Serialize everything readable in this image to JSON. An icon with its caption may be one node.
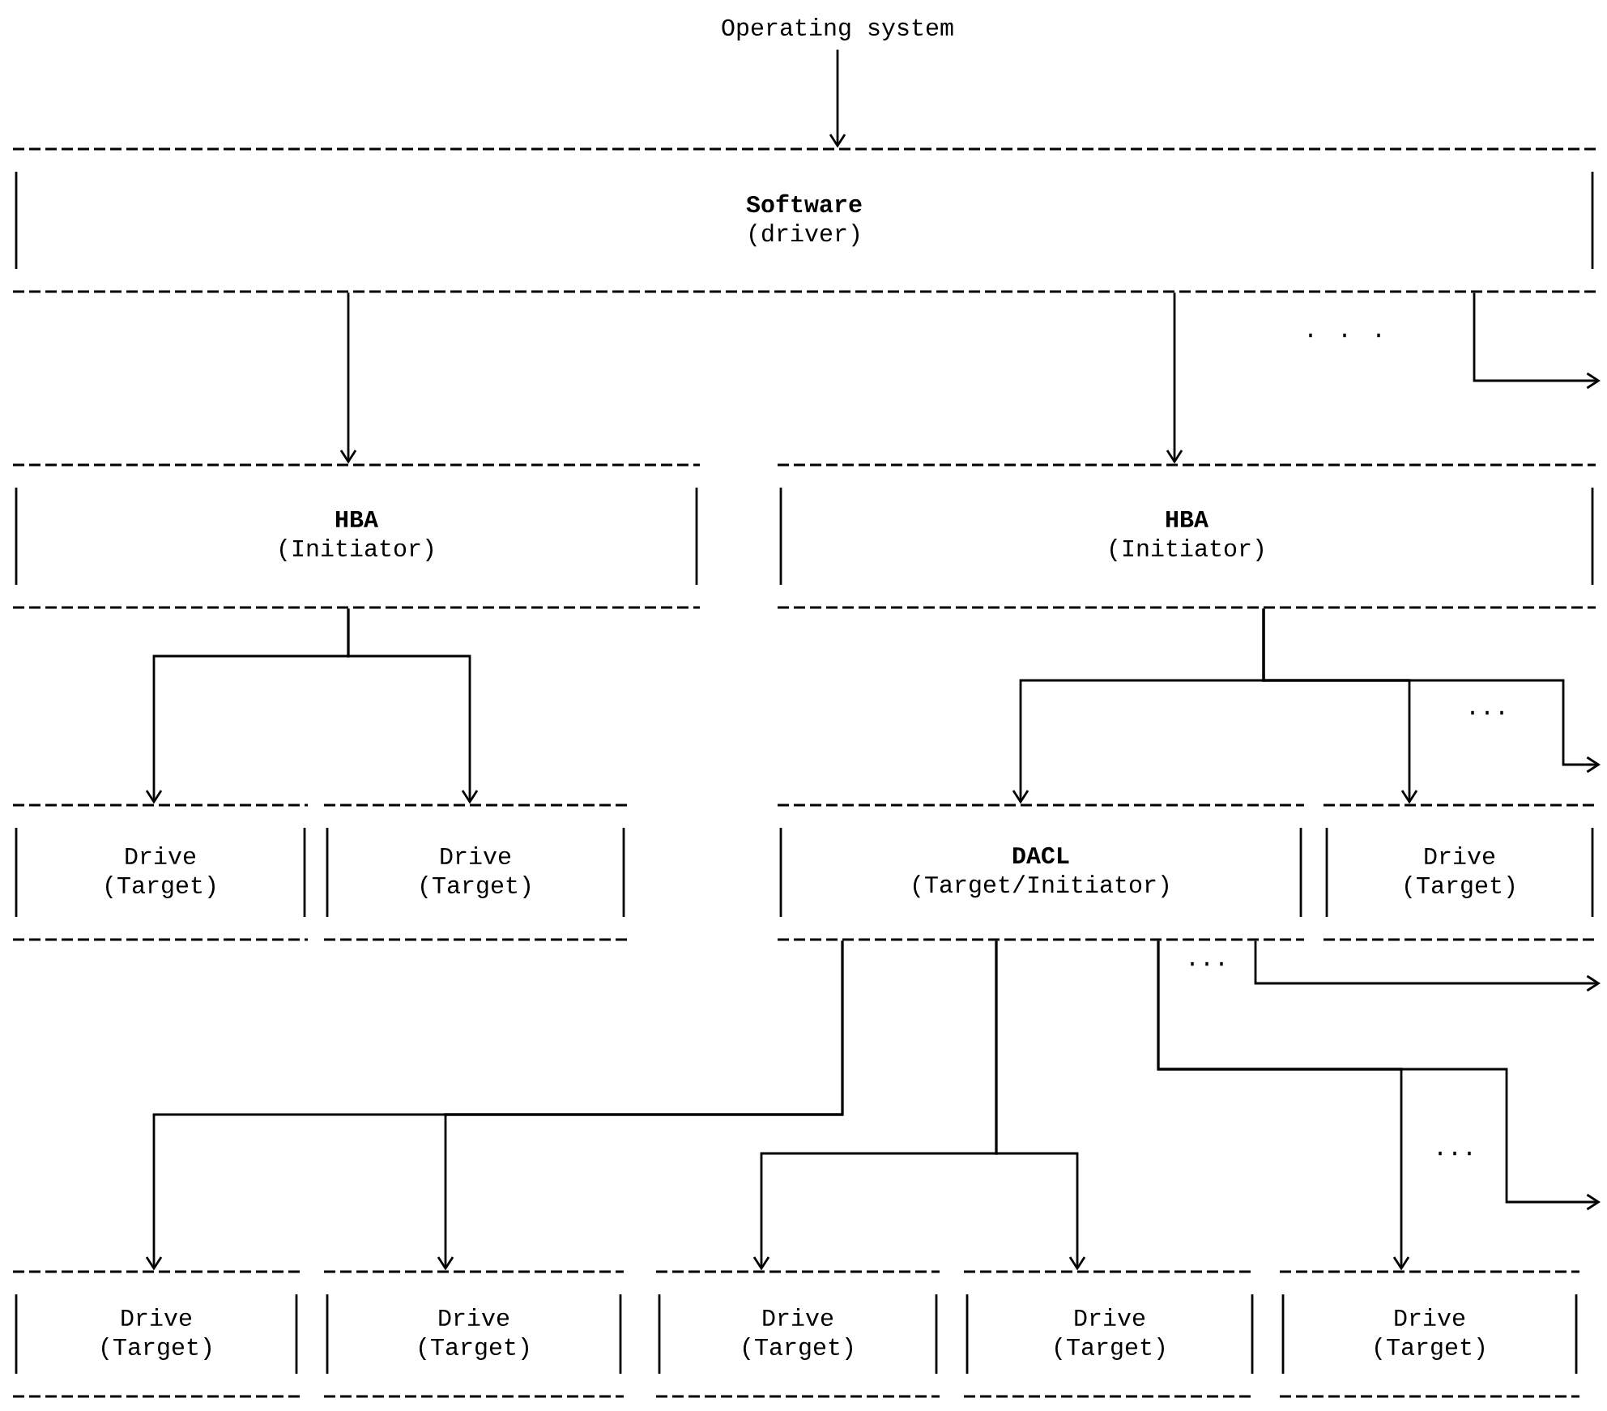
{
  "diagram": {
    "nodes": [
      {
        "text": [
          "Operating system"
        ]
      },
      {
        "text": [
          "Software",
          "(driver)"
        ]
      },
      {
        "text": [
          "HBA",
          "(Initiator)"
        ]
      },
      {
        "text": [
          "HBA",
          "(Initiator)"
        ]
      },
      {
        "text": [
          "Drive",
          "(Target)"
        ]
      },
      {
        "text": [
          "Drive",
          "(Target)"
        ]
      },
      {
        "text": [
          "DACL",
          "(Target/Initiator)"
        ]
      },
      {
        "text": [
          "Drive",
          "(Target)"
        ]
      },
      {
        "text": [
          "Drive",
          "(Target)"
        ]
      },
      {
        "text": [
          "Drive",
          "(Target)"
        ]
      },
      {
        "text": [
          "Drive",
          "(Target)"
        ]
      },
      {
        "text": [
          "Drive",
          "(Target)"
        ]
      },
      {
        "text": [
          "Drive",
          "(Target)"
        ]
      }
    ],
    "edges": [
      {
        "from": 0,
        "to": 1,
        "arrow": "to"
      },
      {
        "from": 1,
        "to": 2,
        "arrow": "to"
      },
      {
        "from": 1,
        "to": 3,
        "arrow": "to"
      },
      {
        "from": 1,
        "to": null,
        "arrow": "to"
      },
      {
        "from": 2,
        "to": 4,
        "arrow": "to"
      },
      {
        "from": 2,
        "to": 5,
        "arrow": "to"
      },
      {
        "from": 3,
        "to": 6,
        "arrow": "to"
      },
      {
        "from": 3,
        "to": 7,
        "arrow": "to"
      },
      {
        "from": 3,
        "to": null,
        "arrow": "to"
      },
      {
        "from": 6,
        "to": 8,
        "arrow": "to"
      },
      {
        "from": 6,
        "to": 9,
        "arrow": "to"
      },
      {
        "from": 6,
        "to": 10,
        "arrow": "to"
      },
      {
        "from": 6,
        "to": 11,
        "arrow": "to"
      },
      {
        "from": 6,
        "to": null,
        "arrow": "to"
      },
      {
        "from": 6,
        "to": 12,
        "arrow": "to"
      },
      {
        "from": 6,
        "to": null,
        "arrow": "to"
      }
    ],
    "labels": [
      ". . .",
      "...",
      "...",
      "..."
    ]
  }
}
